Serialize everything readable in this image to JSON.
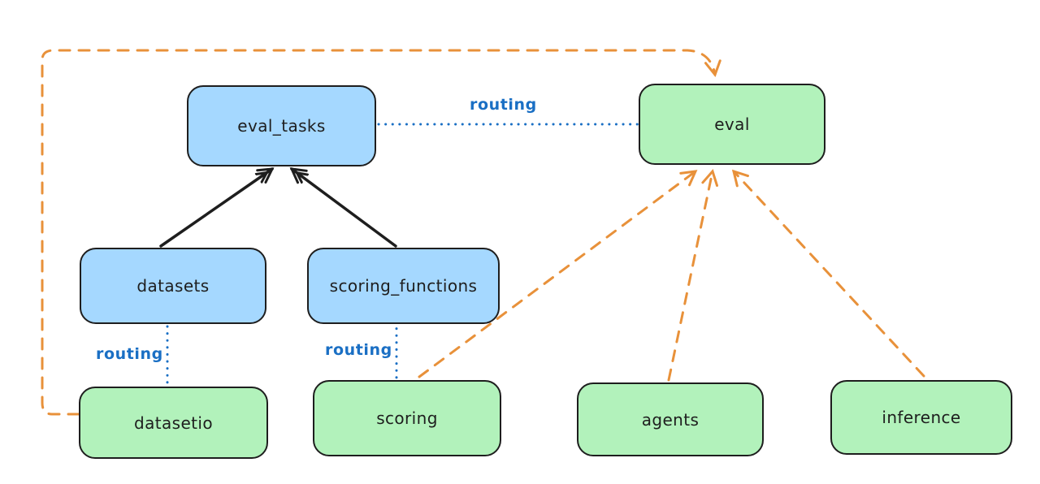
{
  "nodes": {
    "eval_tasks": {
      "label": "eval_tasks"
    },
    "eval": {
      "label": "eval"
    },
    "datasets": {
      "label": "datasets"
    },
    "scoring_functions": {
      "label": "scoring_functions"
    },
    "datasetio": {
      "label": "datasetio"
    },
    "scoring": {
      "label": "scoring"
    },
    "agents": {
      "label": "agents"
    },
    "inference": {
      "label": "inference"
    }
  },
  "edge_labels": {
    "eval_tasks_eval": "routing",
    "datasets_datasetio": "routing",
    "scoring_functions_scoring": "routing"
  },
  "colors": {
    "blue_node_fill": "#a5d8ff",
    "green_node_fill": "#b2f2bb",
    "node_stroke": "#1e1e1e",
    "routing_blue": "#1a6fc4",
    "orange_dashed": "#e8913a",
    "background": "#ffffff"
  }
}
